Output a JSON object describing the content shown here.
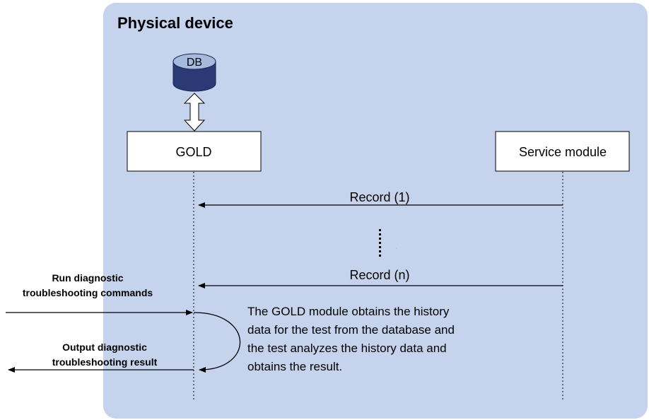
{
  "container": {
    "title": "Physical device",
    "fill": "#c5d3ec"
  },
  "database": {
    "label": "DB",
    "body_color": "#2b3a75",
    "top_color": "#a7b9dc"
  },
  "modules": {
    "gold": "GOLD",
    "service": "Service module"
  },
  "messages": {
    "record_first": "Record (1)",
    "ellipsis": "⋮",
    "record_last": "Record (n)"
  },
  "external": {
    "input_line1": "Run diagnostic",
    "input_line2": "troubleshooting commands",
    "output_line1": "Output diagnostic",
    "output_line2": "troubleshooting result"
  },
  "description": {
    "line1": "The GOLD module obtains the history",
    "line2": "data for the test from the database and",
    "line3": "the test analyzes the history data and",
    "line4": "obtains the result."
  }
}
